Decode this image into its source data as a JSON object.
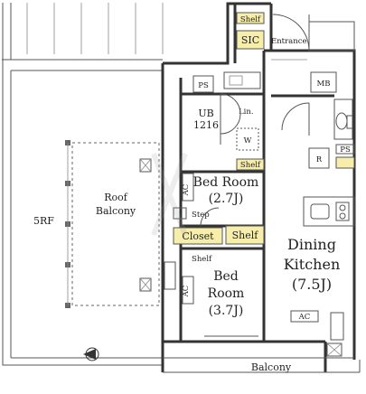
{
  "floor_label": "5RF",
  "rooms": {
    "shelf_entry": "Shelf",
    "sic": "SIC",
    "entrance": "Entrance",
    "mb": "MB",
    "ps_top": "PS",
    "ub_line1": "UB",
    "ub_line2": "1216",
    "lin": "Lin.",
    "w": "W",
    "r": "R",
    "ps_kitchen": "PS",
    "shelf_bed1_top": "Shelf",
    "bed1_line1": "Bed Room",
    "bed1_line2": "(2.7J)",
    "ac_bed1": "AC",
    "step": "Step",
    "closet": "Closet",
    "shelf_mid": "Shelf",
    "shelf_bed2": "Shelf",
    "bed2_line1": "Bed",
    "bed2_line2": "Room",
    "bed2_line3": "(3.7J)",
    "ac_bed2": "AC",
    "dk_line1": "Dining",
    "dk_line2": "Kitchen",
    "dk_line3": "(7.5J)",
    "ac_dk": "AC",
    "balcony": "Balcony",
    "roof_line1": "Roof",
    "roof_line2": "Balcony"
  },
  "colors": {
    "highlight": "#f6eeaa",
    "wall": "#333333"
  }
}
